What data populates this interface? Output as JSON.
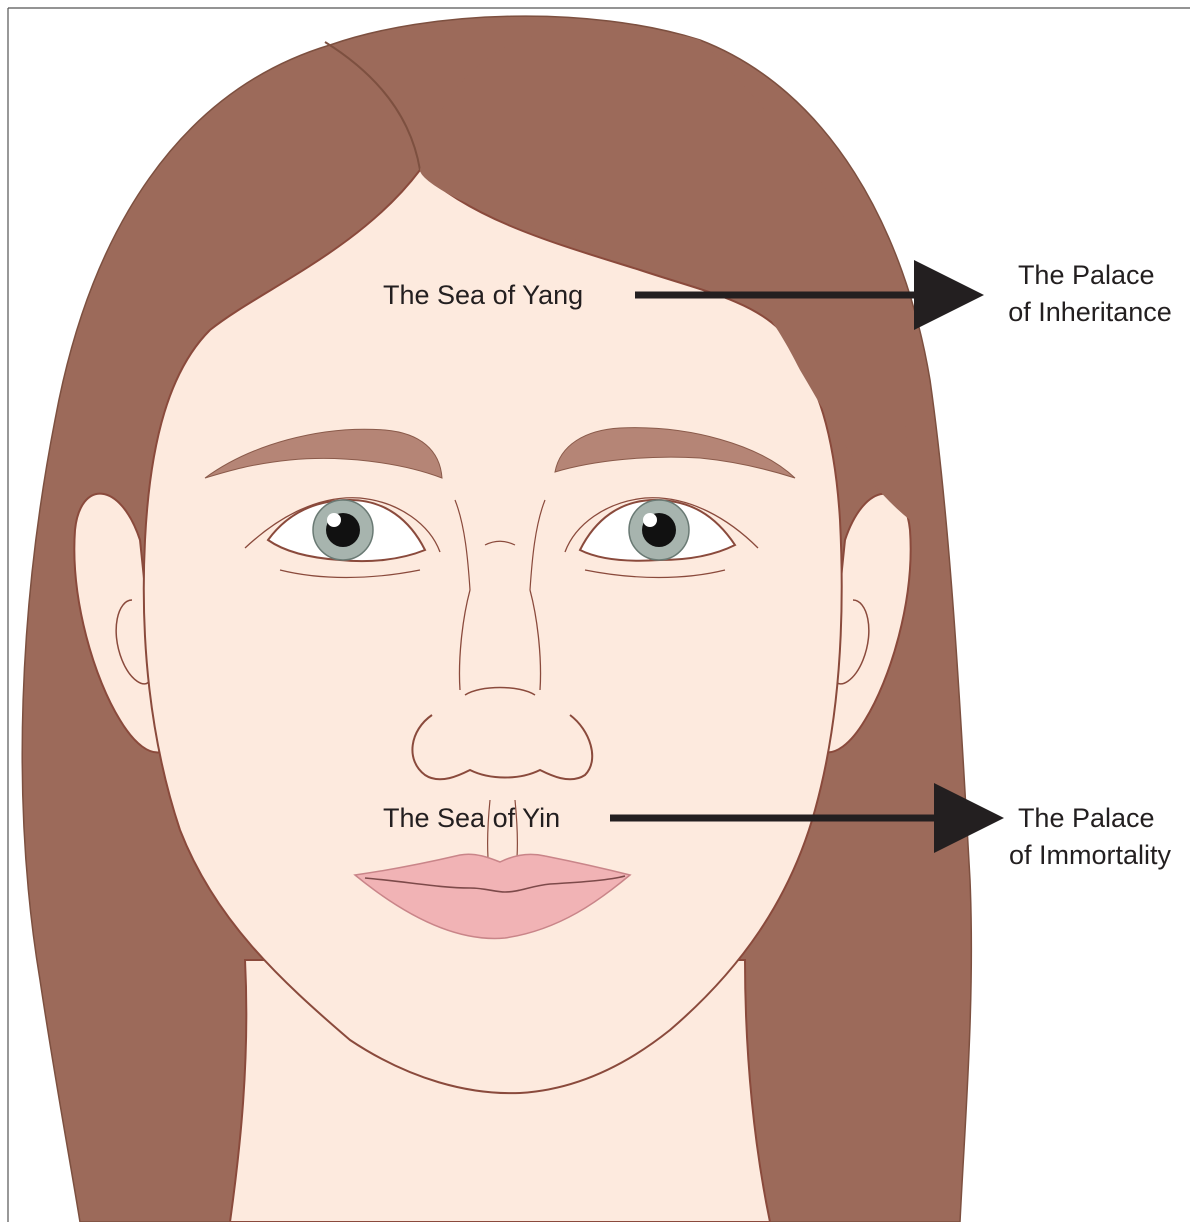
{
  "labels": {
    "sea_of_yang": "The Sea of Yang",
    "palace_of_inheritance": [
      "The Palace",
      "of Inheritance"
    ],
    "sea_of_yin": "The Sea of Yin",
    "palace_of_immortality": [
      "The Palace",
      "of Immortality"
    ]
  },
  "colors": {
    "hair": "#9c6a5a",
    "skin": "#fdeade",
    "outline": "#8a4a3c",
    "eyebrow": "#b58576",
    "iris": "#a7b4ae",
    "lips": "#f1b3b5",
    "arrow": "#231f20"
  }
}
